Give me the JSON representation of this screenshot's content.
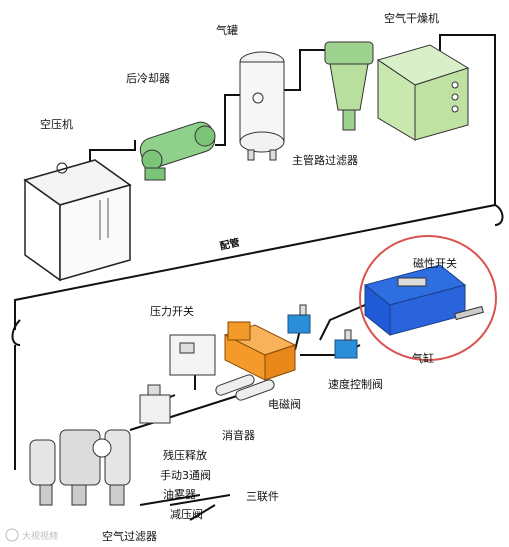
{
  "labels": {
    "compressor": "空压机",
    "aftercooler": "后冷却器",
    "tank": "气罐",
    "air_dryer": "空气干燥机",
    "main_filter": "主管路过滤器",
    "piping": "配管",
    "magnetic_switch": "磁性开关",
    "pressure_switch": "压力开关",
    "solenoid_valve": "电磁阀",
    "cylinder": "气缸",
    "speed_control_valve": "速度控制阀",
    "silencer": "消音器",
    "residual_pressure_release": "残压释放",
    "manual_3way_valve": "手动3通阀",
    "lubricator": "油雾器",
    "regulator": "减压阀",
    "air_filter": "空气过滤器",
    "frl_unit": "三联件",
    "watermark": "大视视频"
  },
  "colors": {
    "equipment_green": "#8fd18a",
    "dryer_green": "#c9e8b0",
    "cylinder_blue": "#1f5bd6",
    "solenoid_orange": "#f39a2b",
    "speed_valve_blue": "#2a8fd8",
    "highlight_circle": "#d9534f",
    "line_color": "#111111"
  }
}
